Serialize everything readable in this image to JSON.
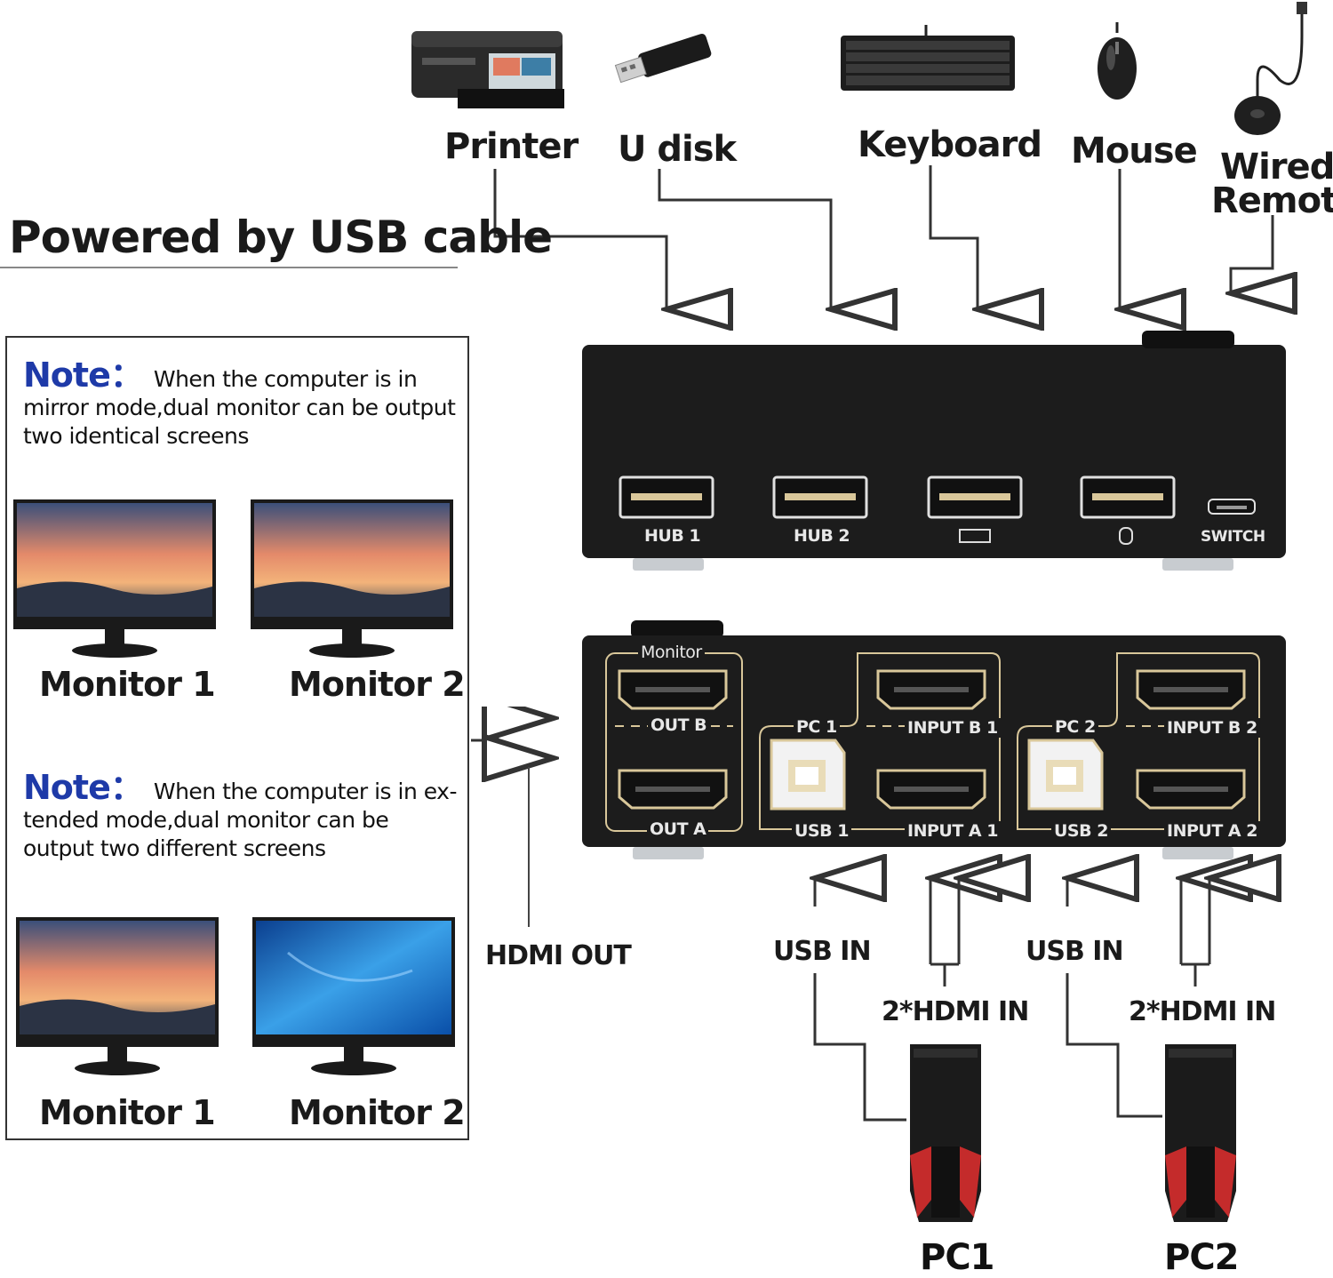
{
  "devices": {
    "printer": "Printer",
    "udisk": "U disk",
    "keyboard": "Keyboard",
    "mouse": "Mouse",
    "wired_remote_line1": "Wired",
    "wired_remote_line2": "Remote"
  },
  "title": "Powered by USB cable",
  "notes": {
    "mirror": {
      "tag": "Note：",
      "text": "When the computer is in mirror mode,dual monitor can be output two identical screens"
    },
    "extended": {
      "tag": "Note：",
      "text": "When the computer is in ex- tended mode,dual monitor can be output two different screens"
    }
  },
  "monitors": {
    "m1": "Monitor 1",
    "m2": "Monitor 2"
  },
  "back_panel": {
    "hub1": "HUB 1",
    "hub2": "HUB 2",
    "switch": "SWITCH"
  },
  "front_panel": {
    "monitor": "Monitor",
    "out_b": "OUT B",
    "out_a": "OUT A",
    "pc1": "PC 1",
    "pc2": "PC 2",
    "usb1": "USB 1",
    "usb2": "USB 2",
    "input_b1": "INPUT B 1",
    "input_a1": "INPUT A 1",
    "input_b2": "INPUT B 2",
    "input_a2": "INPUT A 2"
  },
  "connections": {
    "hdmi_out": "HDMI OUT",
    "usb_in": "USB IN",
    "hdmi_in": "2*HDMI IN"
  },
  "pcs": {
    "pc1": "PC1",
    "pc2": "PC2"
  },
  "colors": {
    "note_accent": "#1e3aa8",
    "device_body": "#1c1c1c",
    "port_outline": "#d9c79a"
  }
}
